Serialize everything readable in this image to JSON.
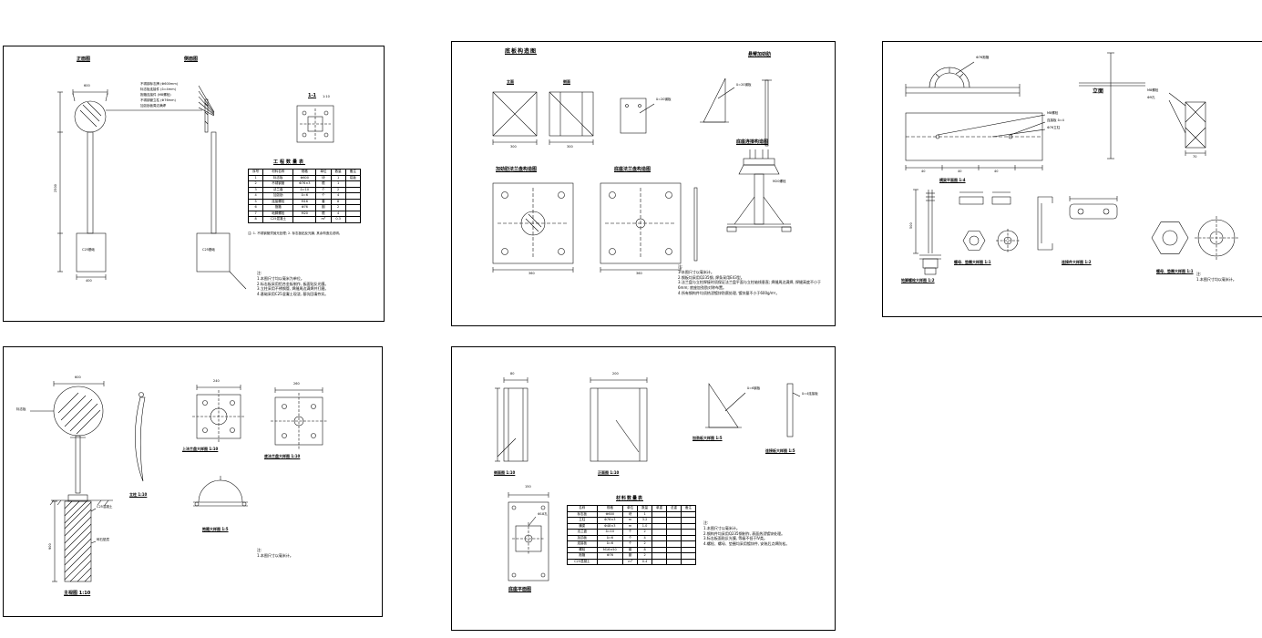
{
  "canvas": {
    "background": "#ffffff",
    "line_color": "#000000"
  },
  "panels": {
    "p1": {
      "title_front": "正面图",
      "title_side": "侧面图",
      "detail_title": "1-1",
      "detail_scale": "1:10",
      "annotations": [
        "不锈钢标志牌 (Φ600mm)",
        "标志板连接件 (δ=4mm)",
        "抱箍连接件 (M8螺栓)",
        "不锈钢管立柱 (Φ76mm)",
        "加劲肋板周边满焊"
      ],
      "foundation_left": "C25基础",
      "foundation_right": "C25基础",
      "dims": {
        "sign_width": "600",
        "foundation_width": "400",
        "post_height": "2500"
      },
      "table": {
        "title": "工程数量表",
        "headers": [
          "序号",
          "材料名称",
          "规格",
          "单位",
          "数量",
          "备注"
        ],
        "rows": [
          [
            "1",
            "标志板",
            "Φ600",
            "块",
            "1",
            "铝板"
          ],
          [
            "2",
            "不锈钢管",
            "Φ76×3",
            "根",
            "1",
            ""
          ],
          [
            "3",
            "法兰盘",
            "δ=10",
            "个",
            "2",
            ""
          ],
          [
            "4",
            "加劲肋",
            "δ=6",
            "个",
            "4",
            ""
          ],
          [
            "5",
            "连接螺栓",
            "M16",
            "套",
            "8",
            ""
          ],
          [
            "6",
            "抱箍",
            "Φ76",
            "副",
            "2",
            ""
          ],
          [
            "7",
            "地脚螺栓",
            "M20",
            "根",
            "4",
            ""
          ],
          [
            "8",
            "C25混凝土",
            "",
            "m³",
            "0.3",
            ""
          ]
        ]
      },
      "table_footnote": "注: 1. 不锈钢管须抛光处理; 2. 标志板贴反光膜, 其余构造见说明。",
      "notes": [
        "注:",
        "1.本图尺寸均以毫米为单位。",
        "2.标志板采用铝合金板制作, 板面贴反光膜。",
        "3.立柱采用不锈钢管, 焊缝周边满焊并打磨。",
        "4.基础采用C25混凝土现浇, 基坑回填夯实。"
      ]
    },
    "p2": {
      "title": "底板构造图",
      "title_right": "悬臂加劲肋",
      "label_front": "立面",
      "label_side": "侧面",
      "label_base_conn": "底座连接构造图",
      "label_rib_flange": "加劲肋法兰盘构造图",
      "label_base_flange": "底座法兰盘构造图",
      "leader_plate": "δ=20钢板",
      "leader_anchor": "M20螺栓",
      "dims": {
        "sq1": "300",
        "sq2": "300",
        "f1": "360",
        "f2": "360"
      },
      "notes": [
        "注:",
        "1.本图尺寸以毫米计。",
        "2.钢板均采用Q235钢, 焊条采用E43型。",
        "3.法兰盘与立柱焊接时须保证法兰盘平面与立柱轴线垂直; 焊缝周边满焊, 焊缝高度不小于6mm; 底座加劲肋对称布置。",
        "4.所有钢构件均须热浸镀锌防腐处理, 镀锌量不小于600g/m²。"
      ]
    },
    "p3": {
      "label_front": "立面",
      "label_plan": "横梁平面图 1:4",
      "leader_clamp": "Φ76抱箍",
      "leaders_plan": [
        "M8螺栓",
        "连接板 δ=4",
        "Φ76立柱"
      ],
      "leaders_side": [
        "M8螺栓",
        "Φ9孔"
      ],
      "label_anchor": "地脚螺栓大样图 1:2",
      "label_nut_small": "螺母、垫圈大样图 1:1",
      "label_connector": "连接件大样图 1:2",
      "label_nut_big": "螺母、垫圈大样图 1:1",
      "dims": {
        "plan": [
          "40",
          "40",
          "40"
        ],
        "bolt": "500",
        "side": "70"
      },
      "notes": [
        "注:",
        "1.本图尺寸均以毫米计。"
      ]
    },
    "p4": {
      "leader_sign": "标志板",
      "leader_concrete": "C25混凝土",
      "leader_cushion": "碎石垫层",
      "label_main": "主视图 1:10",
      "label_post": "立柱 1:10",
      "label_flange_top": "上法兰盘大样图 1:10",
      "label_flange_bottom": "底法兰盘大样图 1:10",
      "label_clamp": "抱箍大样图 1:5",
      "dims": {
        "sign": "600",
        "foundation_h": "900",
        "flange_a": "240",
        "flange_b": "260"
      },
      "notes": [
        "注:",
        "1.本图尺寸以毫米计。"
      ]
    },
    "p5": {
      "label_side": "侧面图 1:10",
      "label_front": "正面图 1:10",
      "label_rib": "加劲板大样图 1:5",
      "label_conn": "连接板大样图 1:5",
      "label_base_plan": "底座平面图",
      "leader_rib": "δ=6钢板",
      "leader_conn": "δ=4连接板",
      "leader_hole": "Φ18孔",
      "dims": {
        "d1": "80",
        "d2": "200",
        "base": "150"
      },
      "table": {
        "title": "材料数量表",
        "headers": [
          "名称",
          "规格",
          "单位",
          "数量",
          "单重",
          "总重",
          "备注"
        ],
        "rows": [
          [
            "标志板",
            "Φ600",
            "块",
            "1",
            "",
            "",
            ""
          ],
          [
            "立柱",
            "Φ76×3",
            "m",
            "3.2",
            "",
            "",
            ""
          ],
          [
            "横梁",
            "Φ48×3",
            "m",
            "1.0",
            "",
            "",
            ""
          ],
          [
            "法兰盘",
            "δ=10",
            "个",
            "2",
            "",
            "",
            ""
          ],
          [
            "加劲板",
            "δ=6",
            "个",
            "4",
            "",
            "",
            ""
          ],
          [
            "连接板",
            "δ=6",
            "个",
            "2",
            "",
            "",
            ""
          ],
          [
            "螺栓",
            "M16×50",
            "套",
            "8",
            "",
            "",
            ""
          ],
          [
            "抱箍",
            "Φ76",
            "副",
            "2",
            "",
            "",
            ""
          ],
          [
            "C25混凝土",
            "",
            "m³",
            "0.4",
            "",
            "",
            ""
          ]
        ]
      },
      "notes": [
        "注:",
        "1.本图尺寸以毫米计。",
        "2.钢构件均采用Q235钢制作, 表面热浸镀锌处理。",
        "3.标志板面贴反光膜, 等级不低于Ⅳ类。",
        "4.螺栓、螺母、垫圈均采用镀锌件, 安装后点焊防松。"
      ]
    }
  }
}
